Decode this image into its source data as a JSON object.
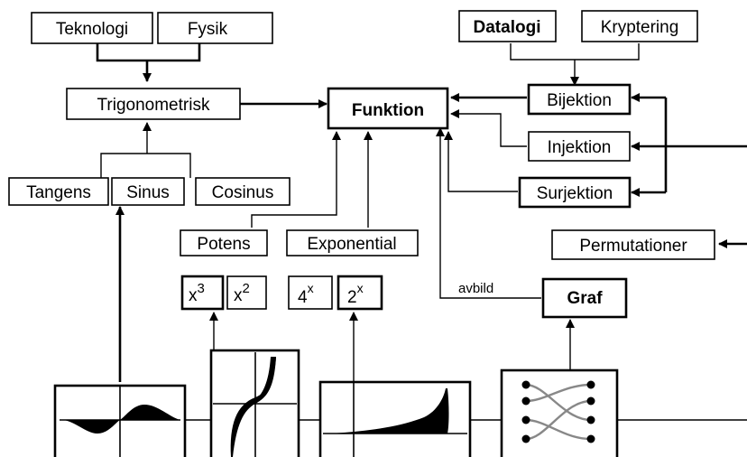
{
  "nodes": {
    "teknologi": "Teknologi",
    "fysik": "Fysik",
    "trigonometrisk": "Trigonometrisk",
    "tangens": "Tangens",
    "sinus": "Sinus",
    "cosinus": "Cosinus",
    "funktion": "Funktion",
    "datalogi": "Datalogi",
    "kryptering": "Kryptering",
    "bijektion": "Bijektion",
    "injektion": "Injektion",
    "surjektion": "Surjektion",
    "permutationer": "Permutationer",
    "potens": "Potens",
    "exponential": "Exponential",
    "x3": "x",
    "x3_sup": "3",
    "x2": "x",
    "x2_sup": "2",
    "four_x": "4",
    "four_x_sup": "x",
    "two_x": "2",
    "two_x_sup": "x",
    "graf": "Graf"
  },
  "edge_labels": {
    "avbild": "avbild"
  },
  "icons": [
    "sine-wave-icon",
    "cubic-curve-icon",
    "exponential-curve-icon",
    "mapping-graph-icon"
  ]
}
